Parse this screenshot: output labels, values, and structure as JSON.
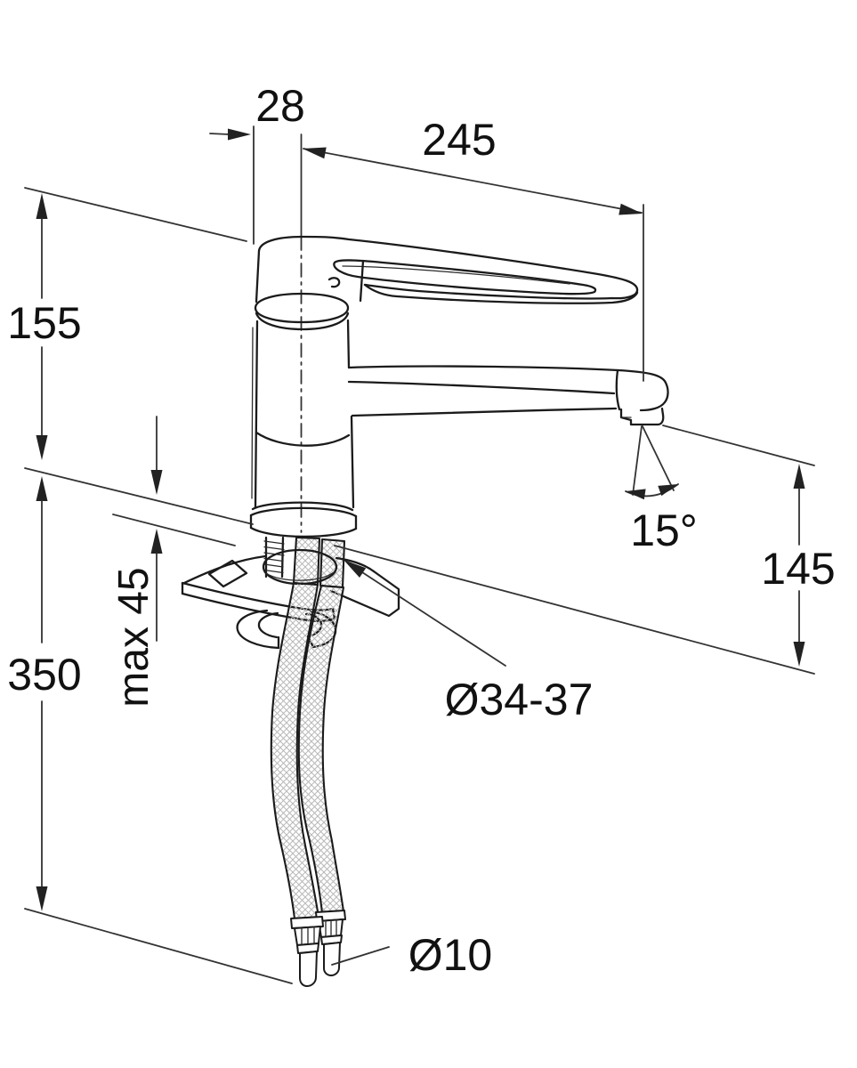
{
  "drawing": {
    "type": "technical-dimension-drawing",
    "subject": "single-lever kitchen faucet installation dimensions",
    "line_color": "#1b1b1b",
    "dimension_line_color": "#333333",
    "background": "#ffffff"
  },
  "labels": {
    "handle_offset": "28",
    "spout_reach": "245",
    "height_above_counter": "155",
    "hose_length_below_counter": "350",
    "max_counter_thickness": "max 45",
    "spout_angle": "15°",
    "spout_outlet_height": "145",
    "mounting_hole_diameter": "Ø34-37",
    "hose_diameter": "Ø10"
  }
}
